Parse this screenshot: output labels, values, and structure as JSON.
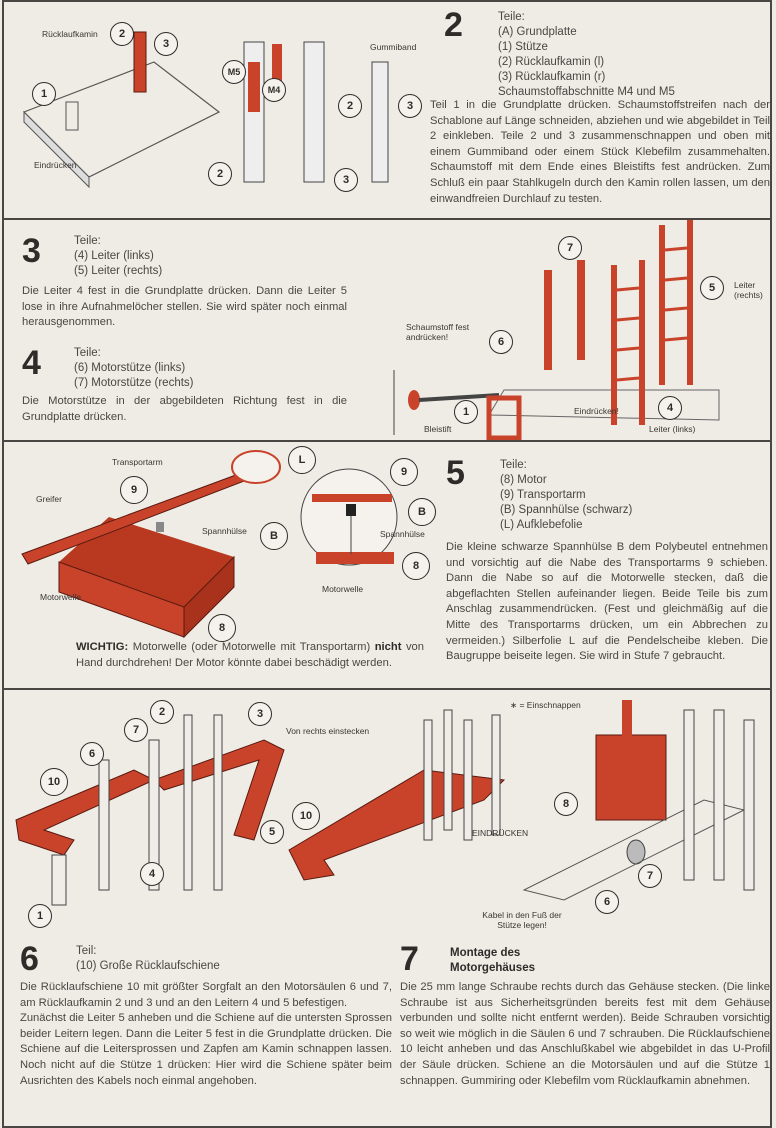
{
  "step2": {
    "number": "2",
    "parts_heading": "Teile:",
    "parts": [
      "(A) Grundplatte",
      "(1) Stütze",
      "(2) Rücklaufkamin (l)",
      "(3) Rücklaufkamin (r)",
      "Schaumstoffabschnitte M4 und M5"
    ],
    "text": "Teil 1 in die Grundplatte drücken. Schaumstoffstreifen nach der Schablone auf Länge schneiden, abziehen und wie abgebildet in Teil 2 einkleben. Teile 2 und 3 zusammenschnappen und oben mit einem Gummiband oder einem Stück Klebefilm zusammehalten. Schaumstoff mit dem Ende eines Bleistifts fest andrücken. Zum Schluß ein paar Stahlkugeln durch den Kamin rollen lassen, um den einwandfreien Durchlauf zu testen.",
    "labels": {
      "kamin": "Rücklaufkamin",
      "eindruecken": "Eindrücken",
      "gummiband": "Gummiband"
    },
    "callouts": [
      "2",
      "3",
      "1",
      "M5",
      "M4",
      "2",
      "3",
      "2",
      "3"
    ]
  },
  "step3": {
    "number": "3",
    "parts_heading": "Teile:",
    "parts": [
      "(4) Leiter (links)",
      "(5) Leiter (rechts)"
    ],
    "text": "Die Leiter 4 fest in die Grundplatte drücken. Dann die Leiter 5 lose in ihre Aufnahmelöcher stellen. Sie wird später noch einmal herausgenommen."
  },
  "step4": {
    "number": "4",
    "parts_heading": "Teile:",
    "parts": [
      "(6) Motorstütze (links)",
      "(7) Motorstütze (rechts)"
    ],
    "text": "Die Motorstütze in der abgebildeten Richtung fest in die Grundplatte drücken.",
    "labels": {
      "schaumstoff": "Schaumstoff fest andrücken!",
      "bleistift": "Bleistift",
      "eindruecken": "Eindrücken!",
      "leiter_links": "Leiter (links)",
      "leiter_rechts": "Leiter (rechts)"
    },
    "callouts": [
      "7",
      "5",
      "6",
      "1",
      "4"
    ]
  },
  "step5": {
    "number": "5",
    "parts_heading": "Teile:",
    "parts": [
      "(8) Motor",
      "(9) Transportarm",
      "(B) Spannhülse (schwarz)",
      "(L) Aufklebefolie"
    ],
    "text": "Die kleine schwarze Spannhülse B dem Polybeutel entnehmen und vorsichtig auf die Nabe des Transportarms 9 schieben. Dann die Nabe so auf die Motorwelle stecken, daß die abgeflachten Stellen aufeinander liegen. Beide Teile bis zum Anschlag zusammendrücken. (Fest und gleichmäßig auf die Mitte des Transportarms drücken, um ein Abbrechen zu vermeiden.) Silberfolie L auf die Pendelscheibe kleben. Die Baugruppe beiseite legen. Sie wird in Stufe 7 gebraucht.",
    "warning": {
      "label": "WICHTIG:",
      "text1": " Motorwelle (oder Motorwelle mit Transportarm) ",
      "bold": "nicht",
      "text2": " von Hand durchdrehen! Der Motor könnte dabei beschädigt werden."
    },
    "labels": {
      "transportarm": "Transportarm",
      "greifer": "Greifer",
      "spannhuelse": "Spannhülse",
      "motorwelle": "Motorwelle"
    },
    "callouts": [
      "L",
      "9",
      "B",
      "8",
      "9",
      "B",
      "8"
    ]
  },
  "step6": {
    "number": "6",
    "parts_heading": "Teil:",
    "parts": [
      "(10) Große Rücklaufschiene"
    ],
    "text1": "Die Rücklaufschiene 10 mit größter Sorgfalt an den Motorsäulen 6 und 7, am Rücklaufkamin 2 und 3 und an den Leitern 4 und 5 befestigen.",
    "text2": "Zunächst die Leiter 5 anheben und die Schiene auf die untersten Sprossen beider Leitern legen. Dann die Leiter 5 fest in die Grundplatte drücken. Die Schiene auf die Leitersprossen und Zapfen am Kamin schnappen lassen. Noch nicht auf die Stütze 1 drücken: Hier wird die Schiene später beim Ausrichten des Kabels noch einmal angehoben.",
    "labels": {
      "von_rechts": "Von rechts einstecken",
      "eindruecken": "EINDRÜCKEN",
      "einschnappen": "∗ = Einschnappen"
    },
    "callouts": [
      "2",
      "3",
      "7",
      "6",
      "10",
      "5",
      "4",
      "1",
      "10"
    ]
  },
  "step7": {
    "number": "7",
    "title_line1": "Montage des",
    "title_line2": "Motorgehäuses",
    "text": "Die 25 mm lange Schraube rechts durch das Gehäuse stecken. (Die linke Schraube ist aus Sicherheitsgründen bereits fest mit dem Gehäuse verbunden und sollte nicht entfernt werden). Beide Schrauben vorsichtig so weit wie möglich in die Säulen 6 und 7 schrauben. Die Rücklaufschiene 10 leicht anheben und das Anschlußkabel wie abgebildet in das U-Profil der Säule drücken. Schiene an die Motorsäulen und auf die Stütze 1 schnappen. Gummiring oder Klebefilm vom Rücklaufkamin abnehmen.",
    "labels": {
      "kabel": "Kabel in den Fuß der Stütze legen!"
    },
    "callouts": [
      "8",
      "7",
      "6"
    ]
  },
  "colors": {
    "part_red": "#c9432b",
    "ink": "#3a3633",
    "paper": "#efebe5"
  }
}
